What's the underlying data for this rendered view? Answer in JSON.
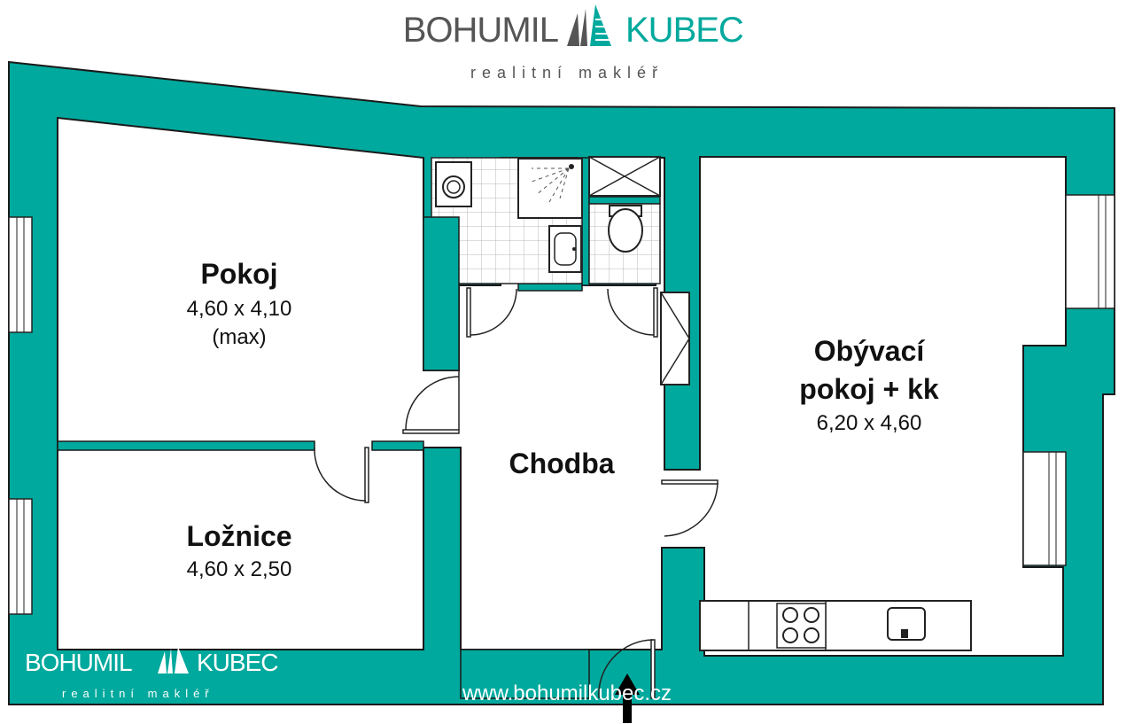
{
  "colors": {
    "wall": "#00a99d",
    "wall_outline": "#1a1a1a",
    "brand_gray": "#555555",
    "brand_teal": "#00a99d"
  },
  "brand": {
    "name_left": "BOHUMIL",
    "name_right": "KUBEC",
    "tagline": "realitní makléř",
    "website": "www.bohumilkubec.cz"
  },
  "rooms": {
    "pokoj": {
      "name": "Pokoj",
      "dimensions": "4,60 x 4,10",
      "note": "(max)"
    },
    "loznice": {
      "name": "Ložnice",
      "dimensions": "4,60 x 2,50"
    },
    "chodba": {
      "name": "Chodba"
    },
    "obyvaci": {
      "name_line1": "Obývací",
      "name_line2": "pokoj + kk",
      "dimensions": "6,20 x 4,60"
    }
  },
  "icons": [
    "logo-building-icon",
    "washing-machine-icon",
    "shower-icon",
    "sink-icon",
    "toilet-icon",
    "stove-icon",
    "kitchen-sink-icon",
    "entrance-arrow-icon",
    "door-icon",
    "window-icon"
  ]
}
